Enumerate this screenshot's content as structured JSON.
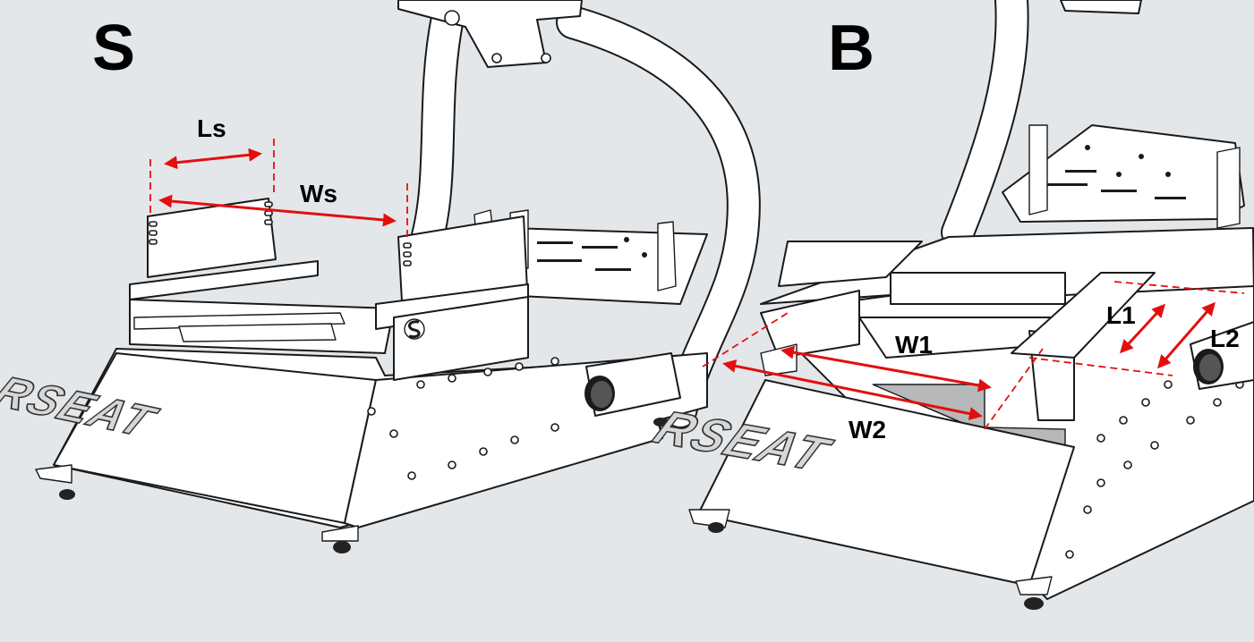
{
  "panels": {
    "left": {
      "title": "S",
      "logo": "RSEAT"
    },
    "right": {
      "title": "B",
      "logo": "RSEAT"
    }
  },
  "dimensions": {
    "left": [
      {
        "label": "Ls"
      },
      {
        "label": "Ws"
      }
    ],
    "right": [
      {
        "label": "W1"
      },
      {
        "label": "W2"
      },
      {
        "label": "L1"
      },
      {
        "label": "L2"
      }
    ]
  },
  "colors": {
    "background": "#e4e7ea",
    "dimension_line": "#e30f0f",
    "outline": "#1a1a1a"
  }
}
